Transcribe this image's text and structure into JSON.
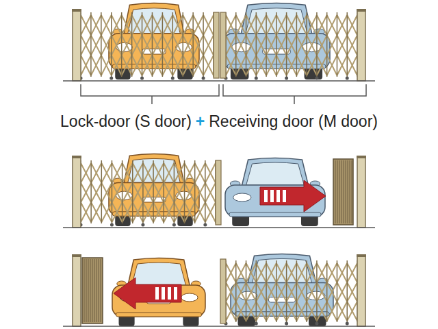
{
  "diagram": {
    "labels": [
      "Lock-door (S door)",
      "+",
      "Receiving door (M door)"
    ]
  }
}
